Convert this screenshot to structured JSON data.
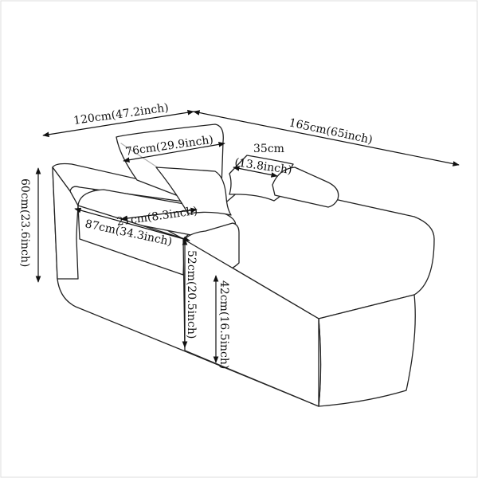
{
  "dimensions": {
    "width_back": "120cm(47.2inch)",
    "depth_total": "165cm(65inch)",
    "cushion_width": "76cm(29.9inch)",
    "pillow_small_a": "35cm",
    "pillow_small_b": "(13.8inch)",
    "armrest_width": "21cm(8.3inch)",
    "seat_depth": "87cm(34.3inch)",
    "back_height": "60cm(23.6inch)",
    "arm_height": "52cm(20.5inch)",
    "seat_height": "42cm(16.5inch)"
  }
}
